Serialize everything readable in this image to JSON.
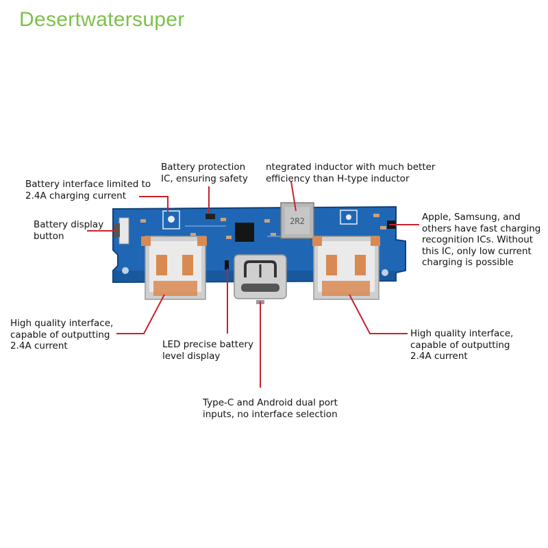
{
  "brand": {
    "name": "Desertwatersuper",
    "color": "#7dc04b"
  },
  "colors": {
    "pcb": "#1f67b4",
    "pcb_dark": "#0f3f78",
    "leader": "#c8202a",
    "usb_shell": "#c9c9c9",
    "copper": "#d98a52"
  },
  "board": {
    "inductor_label": "2R2"
  },
  "annotations": {
    "battery_interface": "Battery interface limited to\n2.4A charging current",
    "battery_display_button": "Battery display\nbutton",
    "battery_protection": "Battery protection\nIC, ensuring safety",
    "inductor": "ntegrated inductor with much better\nefficiency than H-type inductor",
    "fast_charging": "Apple, Samsung, and\nothers have fast charging\nrecognition ICs. Without\nthis IC, only low current\ncharging is possible",
    "usb_left": "High quality interface,\ncapable of outputting\n2.4A current",
    "led_display": "LED precise battery\nlevel display",
    "usb_right": "High quality interface,\ncapable of outputting\n2.4A current",
    "type_c": "Type-C and Android dual port\ninputs, no interface selection"
  }
}
